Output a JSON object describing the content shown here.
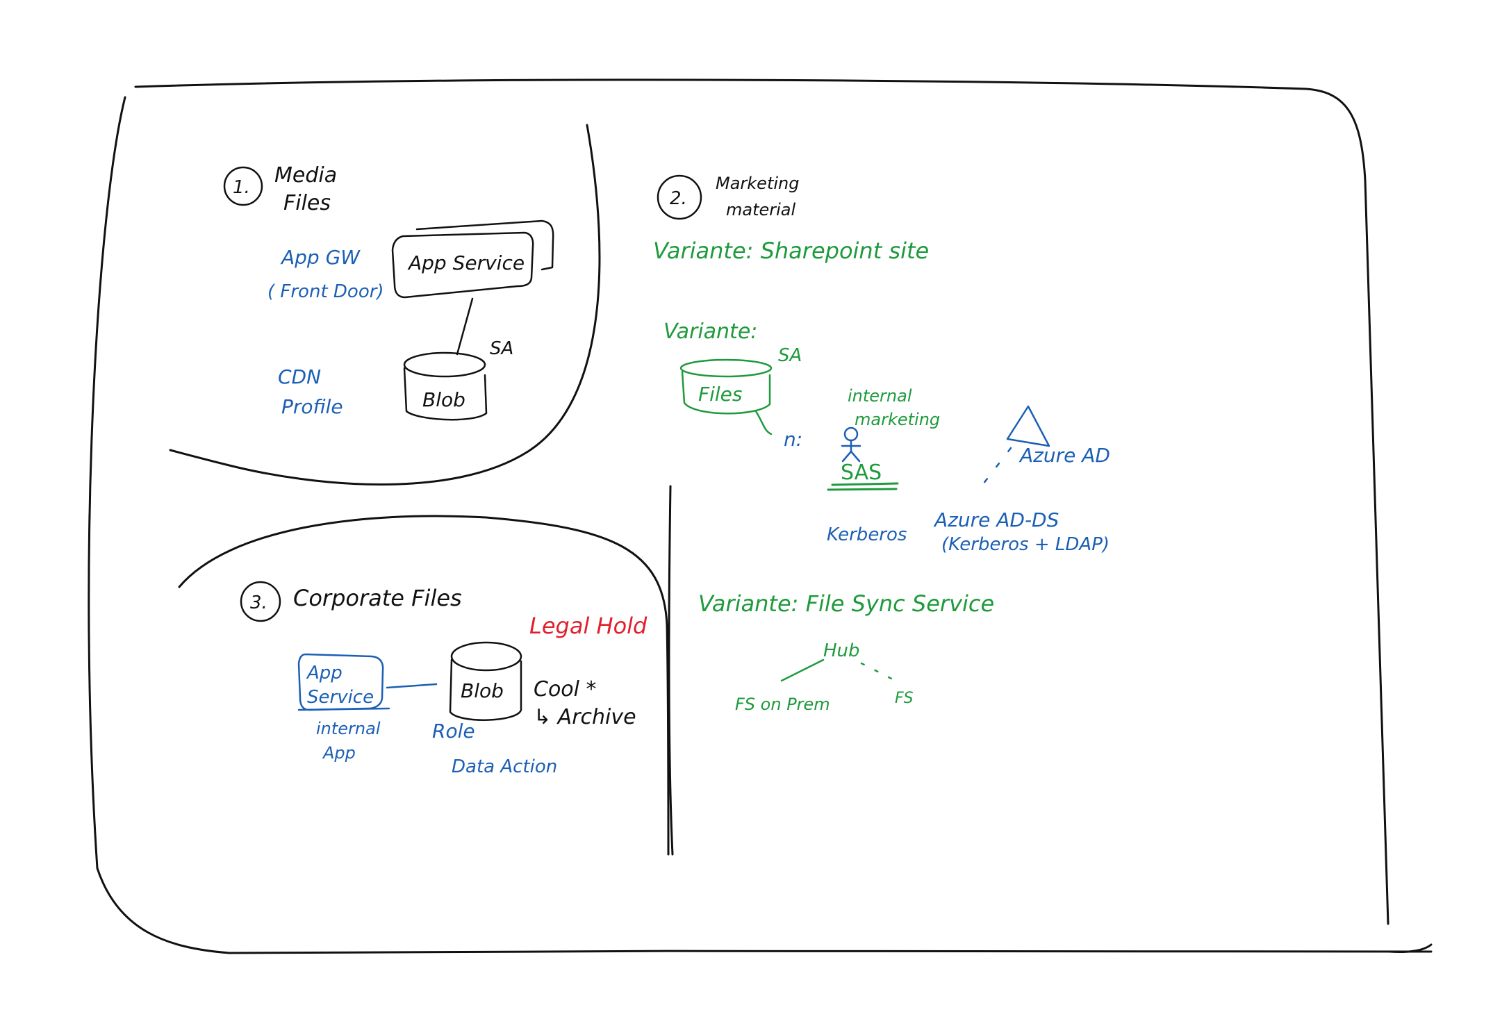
{
  "colors": {
    "black": "#111111",
    "blue": "#1b5fb5",
    "green": "#1e9a3c",
    "red": "#e0202c"
  },
  "section1": {
    "number": "1.",
    "title_line1": "Media",
    "title_line2": "Files",
    "app_gw_line1": "App GW",
    "app_gw_line2": "( Front Door)",
    "app_service": "App Service",
    "sa": "SA",
    "blob": "Blob",
    "cdn_line1": "CDN",
    "cdn_line2": "Profile"
  },
  "section2": {
    "number": "2.",
    "title_line1": "Marketing",
    "title_line2": "material",
    "variant_sharepoint": "Variante: Sharepoint site",
    "variant_files_label": "Variante:",
    "sa": "SA",
    "files": "Files",
    "internal_line1": "internal",
    "internal_line2": "marketing",
    "n_label": "n:",
    "sas": "SAS",
    "azure_ad": "Azure AD",
    "kerberos": "Kerberos",
    "adds_line1": "Azure AD-DS",
    "adds_line2": "(Kerberos + LDAP)",
    "variant_filesync": "Variante: File Sync Service",
    "hub": "Hub",
    "fs_onprem": "FS on Prem",
    "fs": "FS"
  },
  "section3": {
    "number": "3.",
    "title": "Corporate Files",
    "legal_hold": "Legal Hold",
    "app_service_line1": "App",
    "app_service_line2": "Service",
    "internal_line1": "internal",
    "internal_line2": "App",
    "blob": "Blob",
    "cool": "Cool *",
    "archive": "↳ Archive",
    "role": "Role",
    "data_action": "Data Action"
  }
}
